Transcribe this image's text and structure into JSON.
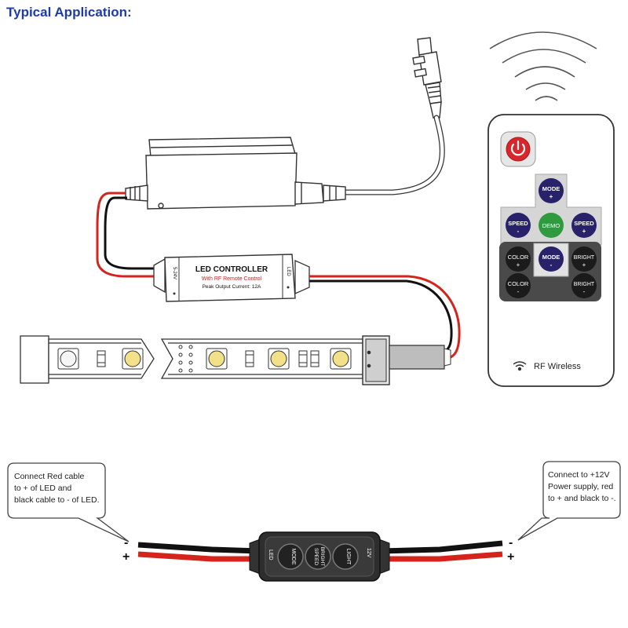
{
  "title": "Typical Application:",
  "controller": {
    "label": "LED CONTROLLER",
    "subtitle": "With RF Remote Control",
    "peak": "Peak Output Current: 12A",
    "voltage": "5-24V",
    "led": "LED"
  },
  "remote": {
    "buttons": {
      "mode_plus": [
        "MODE",
        "+"
      ],
      "speed_minus": [
        "SPEED",
        "-"
      ],
      "demo": "DEMO",
      "speed_plus": [
        "SPEED",
        "+"
      ],
      "color_plus": [
        "COLOR",
        "+"
      ],
      "mode_minus": [
        "MODE",
        "-"
      ],
      "bright_plus": [
        "BRIGHT",
        "+"
      ],
      "color_minus": [
        "COLOR",
        "-"
      ],
      "bright_minus": [
        "BRIGHT",
        "-"
      ]
    },
    "brand": "RF Wireless"
  },
  "callouts": {
    "left": [
      "Connect Red cable",
      "to + of LED and",
      "black cable to - of LED."
    ],
    "right": [
      "Connect to +12V",
      "Power supply, red",
      "to + and black to -."
    ]
  },
  "mini_controller": {
    "buttons": [
      "MODE",
      "SPEED",
      "BRIGHT",
      "LIGHT"
    ],
    "left_label": "LED",
    "right_label": "12V"
  },
  "polarity": {
    "minus": "-",
    "plus": "+"
  },
  "colors": {
    "title": "#1f3ba8",
    "wire_red": "#d4241c",
    "wire_black": "#111111",
    "demo_green": "#2f9a3e",
    "mode_blue": "#27226a",
    "power_red": "#d8262a",
    "led_yellow": "#f3e18a"
  }
}
